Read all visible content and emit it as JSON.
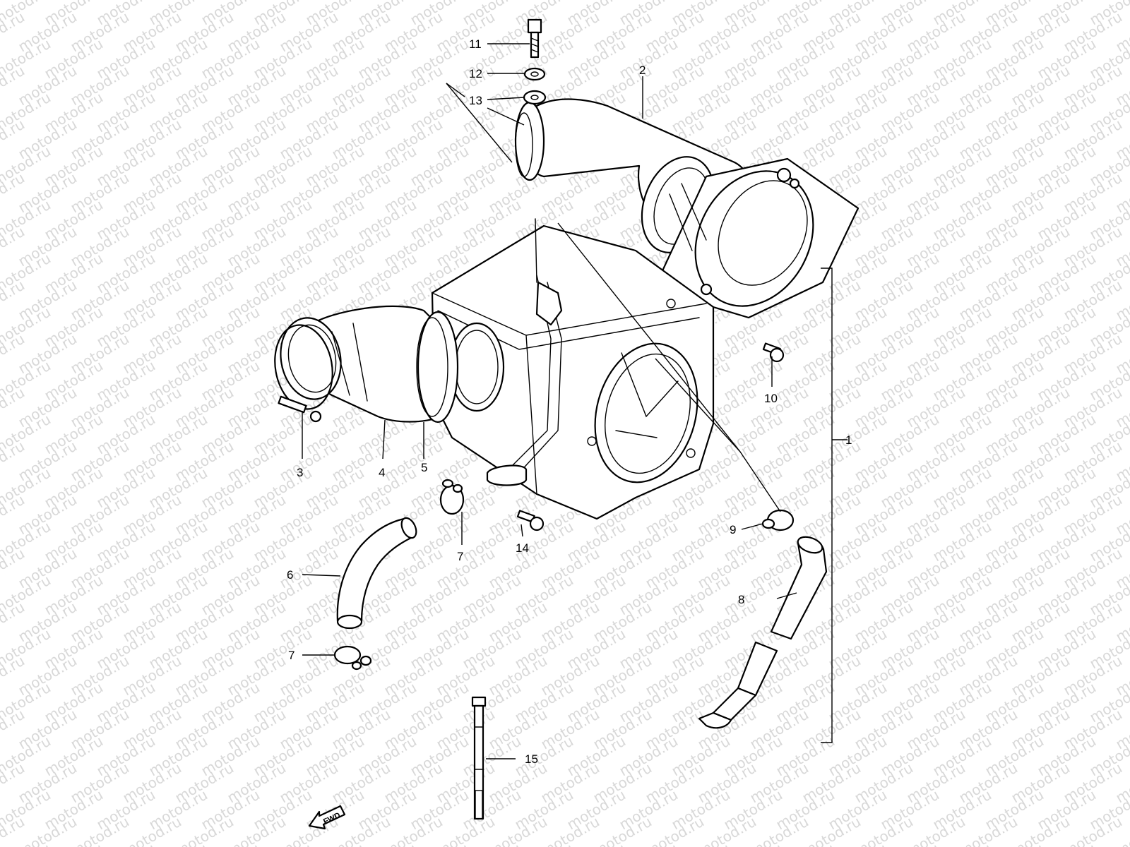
{
  "watermark": "motod.ru",
  "fwd_label": "FWD",
  "callouts": {
    "c1": "1",
    "c2": "2",
    "c3": "3",
    "c4": "4",
    "c5": "5",
    "c6": "6",
    "c7a": "7",
    "c7b": "7",
    "c8": "8",
    "c9": "9",
    "c10": "10",
    "c11": "11",
    "c12": "12",
    "c13": "13",
    "c14": "14",
    "c15": "15"
  }
}
